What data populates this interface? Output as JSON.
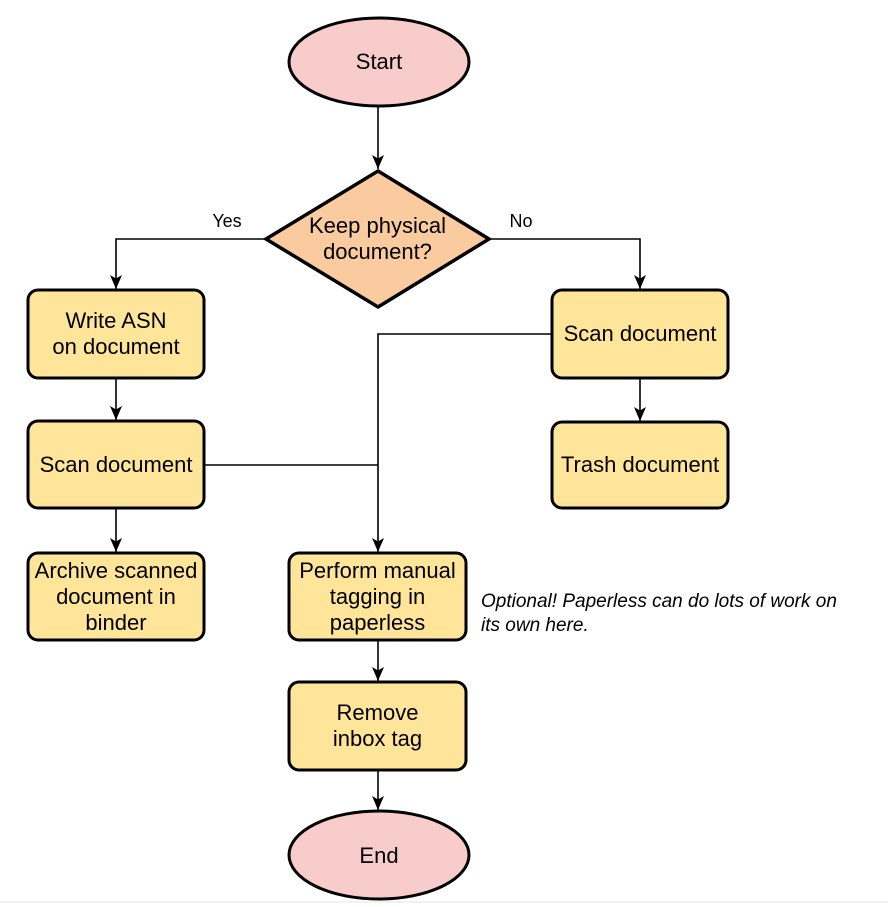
{
  "diagram": {
    "type": "flowchart",
    "nodes": {
      "start": {
        "label": "Start",
        "shape": "ellipse"
      },
      "decision": {
        "label": "Keep physical\ndocument?",
        "shape": "diamond"
      },
      "write_asn": {
        "label": "Write ASN\non document",
        "shape": "process"
      },
      "scan_left": {
        "label": "Scan document",
        "shape": "process"
      },
      "archive": {
        "label": "Archive scanned\ndocument in\nbinder",
        "shape": "process"
      },
      "scan_right": {
        "label": "Scan document",
        "shape": "process"
      },
      "trash": {
        "label": "Trash document",
        "shape": "process"
      },
      "tagging": {
        "label": "Perform manual\ntagging in\npaperless",
        "shape": "process"
      },
      "remove_inbox": {
        "label": "Remove\ninbox tag",
        "shape": "process"
      },
      "end": {
        "label": "End",
        "shape": "ellipse"
      }
    },
    "edge_labels": {
      "yes": "Yes",
      "no": "No"
    },
    "connections": [
      "start -> decision",
      "decision -Yes-> write_asn",
      "decision -No-> scan_right",
      "write_asn -> scan_left",
      "scan_left -> archive",
      "scan_right -> trash",
      "scan_right -> tagging",
      "scan_left -> tagging",
      "tagging -> remove_inbox",
      "remove_inbox -> end"
    ],
    "note": "Optional! Paperless can do lots of work on\nits own here.",
    "colors": {
      "terminal_fill": "#f8cccb",
      "decision_fill": "#f9cb9e",
      "process_fill": "#ffe59a",
      "stroke": "#000000"
    }
  }
}
